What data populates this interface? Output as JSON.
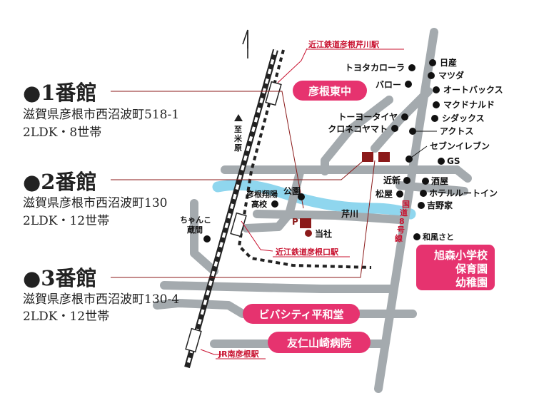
{
  "colors": {
    "road": "#a4aaae",
    "river": "#8fd6ee",
    "accent": "#e6336f",
    "station_text": "#c8102e",
    "building": "#8b1a1a",
    "rail": "#222222"
  },
  "icons": {
    "north": "north-arrow-icon",
    "poi": "poi-dot-icon"
  },
  "buildings": [
    {
      "title": "●1番館",
      "address": "滋賀県彦根市西沼波町518-1",
      "units": "2LDK・8世帯"
    },
    {
      "title": "●2番館",
      "address": "滋賀県彦根市西沼波町130",
      "units": "2LDK・12世帯"
    },
    {
      "title": "●3番館",
      "address": "滋賀県彦根市西沼波町130-4",
      "units": "2LDK・12世帯"
    }
  ],
  "stations": {
    "serikawa": "近江鉄道彦根芹川駅",
    "hikoneguchi": "近江鉄道彦根口駅",
    "minamihikone": "JR南彦根駅"
  },
  "rail_direction": [
    "至",
    "米",
    "原"
  ],
  "landmarks": {
    "higashi_chu": "彦根東中",
    "asahimori": [
      "旭森小学校",
      "保育園",
      "幼稚園"
    ],
    "vivacity": "ビバシティ平和堂",
    "hospital": "友仁山崎病院"
  },
  "labels": {
    "toyota_corolla": "トヨタカローラ",
    "barrow": "バロー",
    "toyo_tire": "トーヨータイヤ",
    "kuroneko": "クロネコヤマト",
    "nissan": "日産",
    "mazda": "マツダ",
    "autobacs": "オートバックス",
    "mcdonalds": "マクドナルド",
    "cdox": "シダックス",
    "actos": "アクトス",
    "seven": "セブンイレブン",
    "gs": "GS",
    "kinshin": "近新",
    "matsuya": "松屋",
    "sakaya": "酒屋",
    "hotel": "ホテルルートイン",
    "yoshinoya": "吉野家",
    "wafu": "和風さと",
    "park": "公園",
    "school": [
      "彦根翔陽",
      "高校"
    ],
    "chanko": [
      "ちゃんこ",
      "蔵間"
    ],
    "serikawa_river": "芹川",
    "parking": "P",
    "head_office": "当社",
    "route8": [
      "国",
      "道",
      "8",
      "号",
      "線"
    ]
  }
}
